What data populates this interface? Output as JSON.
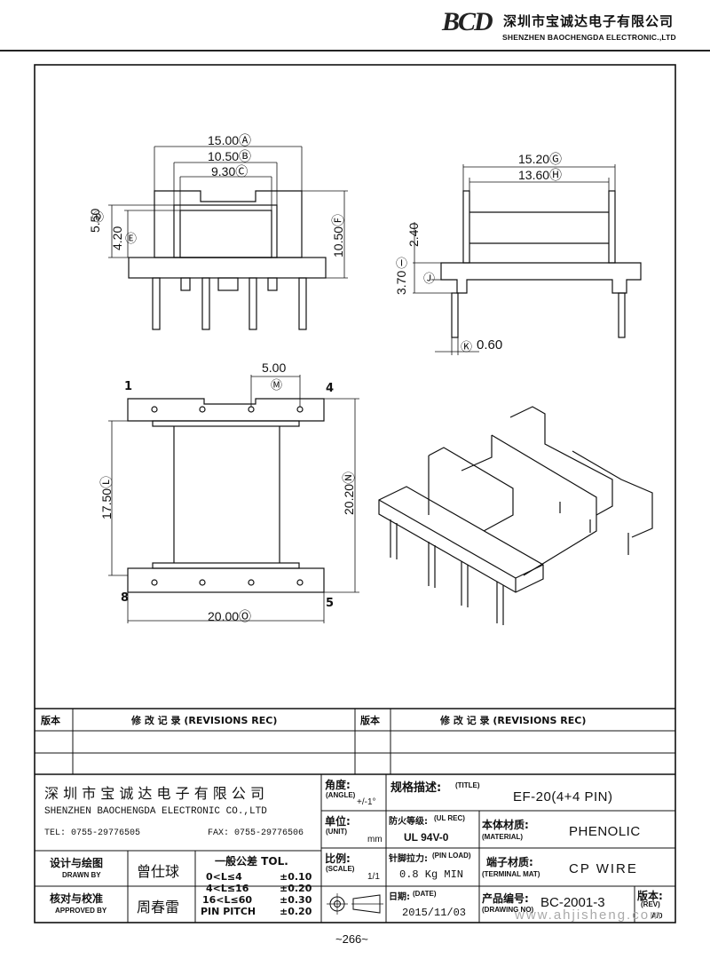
{
  "header": {
    "logo": "BCD",
    "company_cn": "深圳市宝诚达电子有限公司",
    "company_en": "SHENZHEN BAOCHENGDA ELECTRONIC.,LTD"
  },
  "dims": {
    "A": "15.00Ⓐ",
    "B": "10.50Ⓑ",
    "C": "9.30Ⓒ",
    "D": "Ⓓ",
    "E": "Ⓔ",
    "D_val": "5.50",
    "E_val": "4.20",
    "F": "10.50Ⓕ",
    "G": "15.20Ⓖ",
    "H": "13.60Ⓗ",
    "I": "Ⓘ",
    "J": "Ⓙ",
    "I_val": "3.70",
    "top": "2.40",
    "K": "Ⓚ",
    "K_val": "0.60",
    "M": "5.00",
    "M_sym": "Ⓜ",
    "L": "17.50Ⓛ",
    "N": "20.20Ⓝ",
    "O": "20.00Ⓞ",
    "pin1": "1",
    "pin4": "4",
    "pin5": "5",
    "pin8": "8"
  },
  "revisions": {
    "col1": "版本",
    "col2": "修 改 记 录  (REVISIONS REC)",
    "col3": "版本",
    "col4": "修 改 记 录  (REVISIONS REC)"
  },
  "title_block": {
    "company_cn": "深 圳 市 宝 诚 达 电 子 有 限 公 司",
    "company_en": "SHENZHEN BAOCHENGDA ELECTRONIC CO.,LTD",
    "tel": "TEL: 0755-29776505",
    "fax": "FAX: 0755-29776506",
    "angle_cn": "角度:",
    "angle_en": "(ANGLE)",
    "angle_val": "+/-1°",
    "unit_cn": "单位:",
    "unit_en": "(UNIT)",
    "unit_val": "mm",
    "scale_cn": "比例:",
    "scale_en": "(SCALE)",
    "scale_val": "1/1",
    "title_cn": "规格描述:",
    "title_en": "(TITLE)",
    "title_val": "EF-20(4+4 PIN)",
    "ul_cn": "防火等级:",
    "ul_en": "(UL REC)",
    "ul_val": "UL 94V-0",
    "material_cn": "本体材质:",
    "material_en": "(MATERIAL)",
    "material_val": "PHENOLIC",
    "pin_load_cn": "针脚拉力:",
    "pin_load_en": "(PIN LOAD)",
    "pin_load_val": "0.8 Kg MIN",
    "terminal_cn": "端子材质:",
    "terminal_en": "(TERMINAL MAT)",
    "terminal_val": "CP WIRE",
    "date_cn": "日期:",
    "date_en": "(DATE)",
    "date_val": "2015/11/03",
    "drawing_cn": "产品编号:",
    "drawing_en": "(DRAWING NO)",
    "drawing_val": "BC-2001-3",
    "rev_cn": "版本:",
    "rev_en": "(REV)",
    "rev_val": "A/0",
    "drawn_cn": "设计与绘图",
    "drawn_en": "DRAWN BY",
    "drawn_val": "曾仕球",
    "approved_cn": "核对与校准",
    "approved_en": "APPROVED BY",
    "approved_val": "周春雷",
    "tol_title": "一般公差 TOL.",
    "tol_rows": [
      {
        "range": "0<L≤4",
        "val": "±0.10"
      },
      {
        "range": "4<L≤16",
        "val": "±0.20"
      },
      {
        "range": "16<L≤60",
        "val": "±0.30"
      },
      {
        "range": "PIN PITCH",
        "val": "±0.20"
      }
    ]
  },
  "watermark": "www.ahjisheng.com",
  "page_number": "~266~"
}
